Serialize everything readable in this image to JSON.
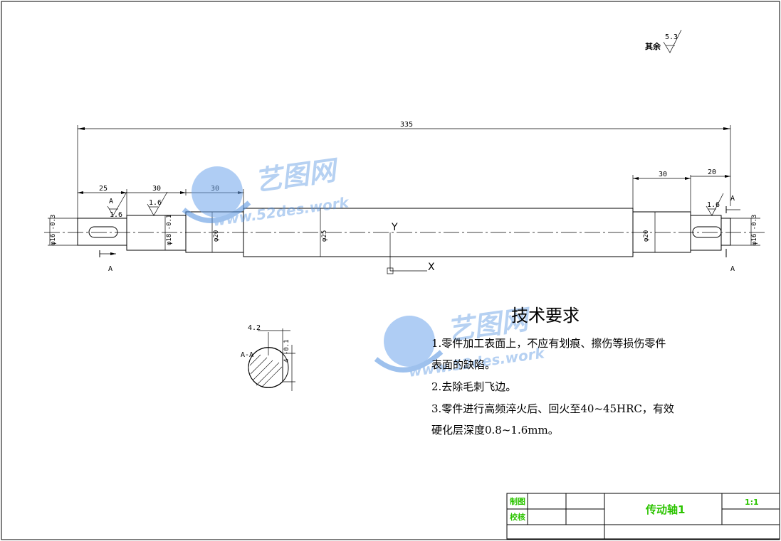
{
  "drawing": {
    "surface_finish_note": "其余",
    "surface_finish_value": "5.3",
    "overall_length": "335",
    "segment_dims": [
      "25",
      "30",
      "30",
      "30",
      "20"
    ],
    "roughness_marks": [
      "1.6",
      "1.6",
      "1.6"
    ],
    "diameter_labels": [
      "φ16 -0.3",
      "φ18 -0.1",
      "φ20",
      "φ25",
      "φ20",
      "φ16 -0.3"
    ],
    "section_marker": "A",
    "axis_y": "Y",
    "axis_x": "X",
    "section_view": {
      "label": "A-A",
      "width_dim": "4.2",
      "depth_dim": "4 -0.1"
    }
  },
  "technical_requirements": {
    "title": "技术要求",
    "items": [
      "1.零件加工表面上，不应有划痕、擦伤等损伤零件",
      "表面的缺陷。",
      "2.去除毛刺飞边。",
      "3.零件进行高频淬火后、回火至40~45HRC，有效",
      "硬化层深度0.8~1.6mm。"
    ]
  },
  "title_block": {
    "drawn_by_label": "制图",
    "checked_by_label": "校核",
    "part_name": "传动轴1",
    "scale": "1:1"
  },
  "watermark": {
    "brand": "艺图网",
    "url": "www.52des.work"
  },
  "colors": {
    "line": "#000000",
    "title_block_text": "#2cc400",
    "watermark": "#4f8fe0"
  }
}
